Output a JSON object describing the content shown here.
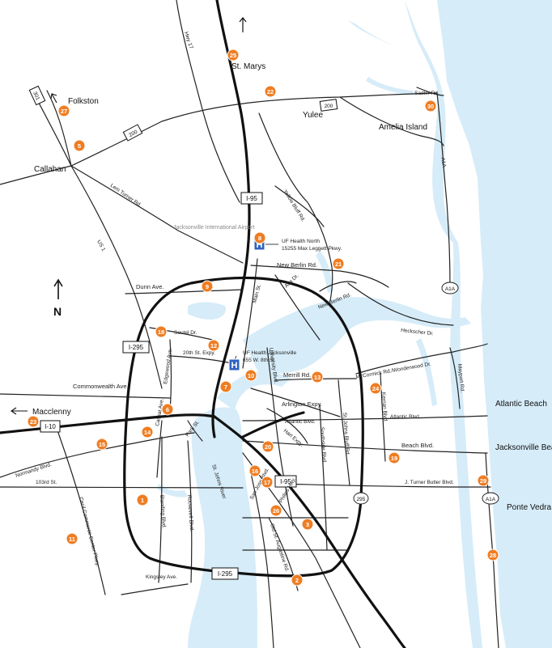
{
  "markers": [
    "1",
    "2",
    "3",
    "5",
    "6",
    "7",
    "8",
    "9",
    "10",
    "11",
    "12",
    "13",
    "14",
    "15",
    "16",
    "17",
    "18",
    "19",
    "20",
    "21",
    "22",
    "23",
    "24",
    "25",
    "26",
    "27",
    "28",
    "29",
    "30"
  ],
  "places": {
    "st_marys": "St. Marys",
    "folkston": "Folkston",
    "callahan": "Callahan",
    "yulee": "Yulee",
    "amelia_island": "Amelia Island",
    "jax_airport": "Jacksonville International Airport",
    "macclenny": "Macclenny",
    "atlantic_beach": "Atlantic Beach",
    "jacksonville_beach": "Jacksonville Beach",
    "ponte_vedra_beach": "Ponte Vedra Beach",
    "st_johns_river": "St. Johns River"
  },
  "hospitals": {
    "north_name": "UF Health North",
    "north_address": "15255 Max Leggett Pkwy.",
    "jax_name": "UF Health Jacksonville",
    "jax_address": "655 W. 8th St.",
    "symbol": "H"
  },
  "roads": {
    "hwy_17": "Hwy 17",
    "sadler": "Sadler Rd.",
    "a1a_north": "A1A",
    "yellow_bluff": "Yellow Bluff Rd.",
    "lem_turner": "Lem Turner Rd.",
    "us1": "US 1",
    "new_berlin": "New Berlin Rd.",
    "new_berlin_small": "New Berlin Rd.",
    "main_st": "Main St.",
    "alta_dr": "Alta Dr.",
    "dunn": "Dunn Ave.",
    "heckscher": "Heckscher Dr.",
    "soutel": "Soutel Dr.",
    "edgewood": "Edgewood Ave.",
    "twentieth": "20th St. Expy.",
    "commonwealth": "Commonwealth Ave.",
    "university": "University Blvd.",
    "merrill": "Merrill Rd.",
    "mccormick": "McCormick Rd./Wonderwood Dr.",
    "mayport": "Mayport Rd.",
    "arlington": "Arlington Expy.",
    "atlantic_blvd": "Atlantic Blvd.",
    "atlantic_blvd_east": "Atlantic Blvd.",
    "kernan": "Kernan Blvd.",
    "hart": "Hart Expy.",
    "southside": "Southside Blvd.",
    "st_johns_bluff": "St. Johns Bluff Rd.",
    "beach_blvd": "Beach Blvd.",
    "cassat": "Cassat Ave.",
    "park": "Park St.",
    "normandy": "Normandy Blvd.",
    "st103": "103rd St.",
    "j_turner_butler": "J. Turner Butler Blvd.",
    "philips": "Philips Hwy.",
    "san_jose": "San Jose Blvd.",
    "old_st_augustine": "Old St. Augustine Rd.",
    "blanding": "Blanding Blvd.",
    "roosevelt": "Roosevelt Blvd.",
    "cecil": "Cecil Commerce Center Pkwy.",
    "kingsley": "Kingsley Ave."
  },
  "shields": {
    "i95_north": "I-95",
    "i95_south": "I-95",
    "i295_west": "I-295",
    "i295_south": "I-295",
    "i10": "I-10",
    "sr200_east": "200",
    "sr200_west": "200",
    "us301": "301",
    "a1a_oval": "A1A",
    "a1a_oval_south": "A1A",
    "sr295": "295"
  },
  "compass": {
    "label": "N"
  },
  "colors": {
    "water": "#d6ecf8",
    "marker": "#ef7d22",
    "hospital": "#2f63c0",
    "road": "#111111"
  }
}
